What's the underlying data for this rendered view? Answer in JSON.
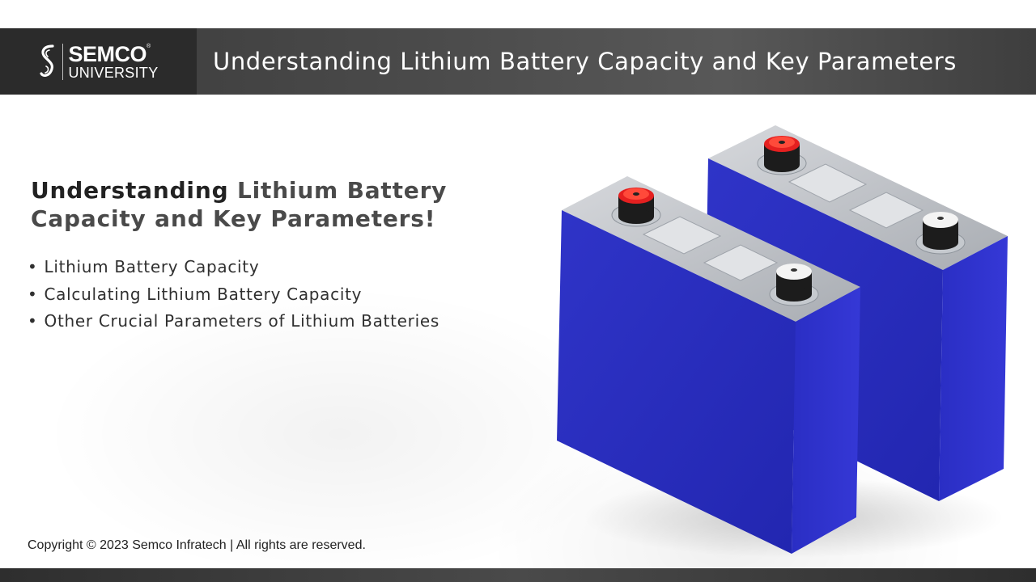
{
  "header": {
    "title": "Understanding Lithium Battery Capacity and Key Parameters",
    "logo": {
      "brand": "SEMCO",
      "registered": "®",
      "subtitle": "UNIVERSITY",
      "icon": "semco-s-logo-icon"
    }
  },
  "main": {
    "heading_bold": "Understanding",
    "heading_rest_line1": " Lithium Battery",
    "heading_line2": "Capacity and Key Parameters!",
    "bullets": [
      {
        "marker": "•",
        "text": "Lithium Battery Capacity"
      },
      {
        "marker": "•",
        "text": "Calculating Lithium Battery Capacity"
      },
      {
        "marker": "•",
        "text": "Other Crucial Parameters of Lithium Batteries"
      }
    ]
  },
  "footer": {
    "copyright": "Copyright © 2023 Semco Infratech | All rights are reserved."
  },
  "illustration": {
    "subject": "two-prismatic-lithium-cells",
    "body_color": "#2b2fbf",
    "positive_terminal_color": "#e52020",
    "negative_terminal_color": "#f4f4f4"
  }
}
